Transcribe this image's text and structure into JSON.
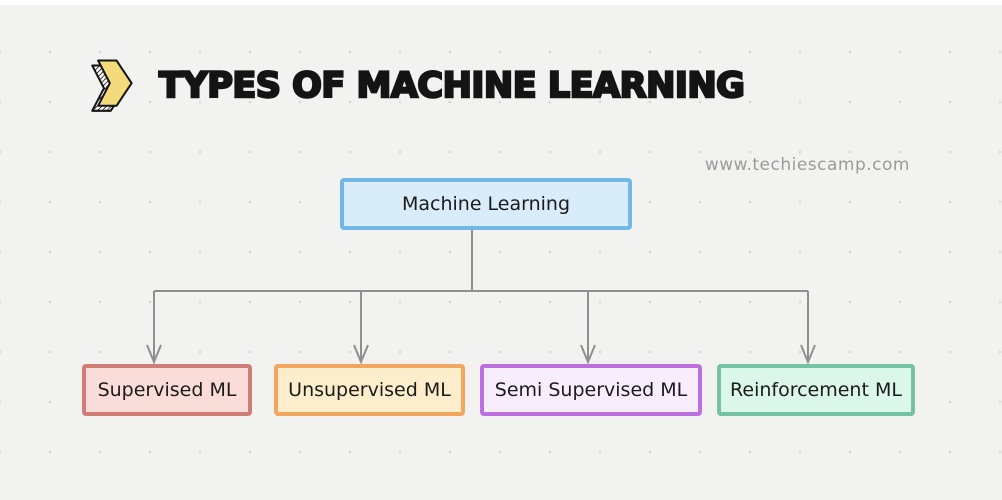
{
  "header": {
    "title": "Types of Machine Learning"
  },
  "watermark": "www.techiescamp.com",
  "diagram": {
    "root": {
      "label": "Machine Learning",
      "fill": "#d9ecfa",
      "border": "#72b8e6"
    },
    "children": [
      {
        "label": "Supervised ML",
        "fill": "#fadcd9",
        "border": "#cf7d76"
      },
      {
        "label": "Unsupervised ML",
        "fill": "#fdeecb",
        "border": "#f2a55e"
      },
      {
        "label": "Semi Supervised ML",
        "fill": "#f7edfc",
        "border": "#bc6fdf"
      },
      {
        "label": "Reinforcement ML",
        "fill": "#dbf6ea",
        "border": "#76c2a4"
      }
    ],
    "connector_color": "#8f8f8f"
  },
  "colors": {
    "background": "#f2f2f0",
    "grid_dot": "#d9d9d7",
    "accent_yellow": "#f3db7b",
    "title_color": "#141414",
    "watermark_color": "#9b9b9b"
  }
}
